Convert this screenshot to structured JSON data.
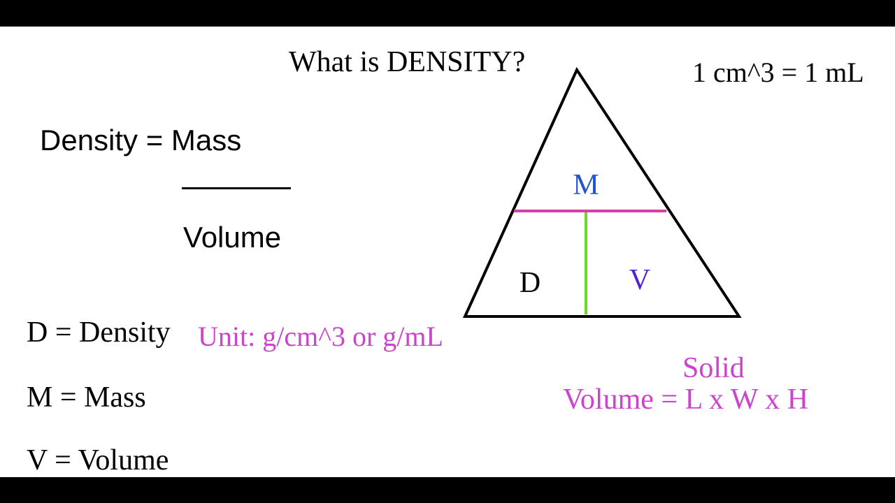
{
  "title": "What is DENSITY?",
  "conversion": "1 cm^3 = 1 mL",
  "formula": {
    "lhs": "Density =  Mass",
    "denominator": "Volume"
  },
  "triangle": {
    "top_letter": "M",
    "left_letter": "D",
    "right_letter": "V"
  },
  "legend": [
    "D = Density",
    "M = Mass",
    "V =  Volume"
  ],
  "unit": "Unit: g/cm^3 or g/mL",
  "solid": {
    "label": "Solid",
    "formula": "Volume = L x W x H"
  },
  "colors": {
    "black_text": "#000000",
    "magenta": "#cc44cc",
    "blue": "#2255cc",
    "purple": "#5522cc",
    "divider_pink": "#d63fa6",
    "divider_green": "#66dd22"
  }
}
